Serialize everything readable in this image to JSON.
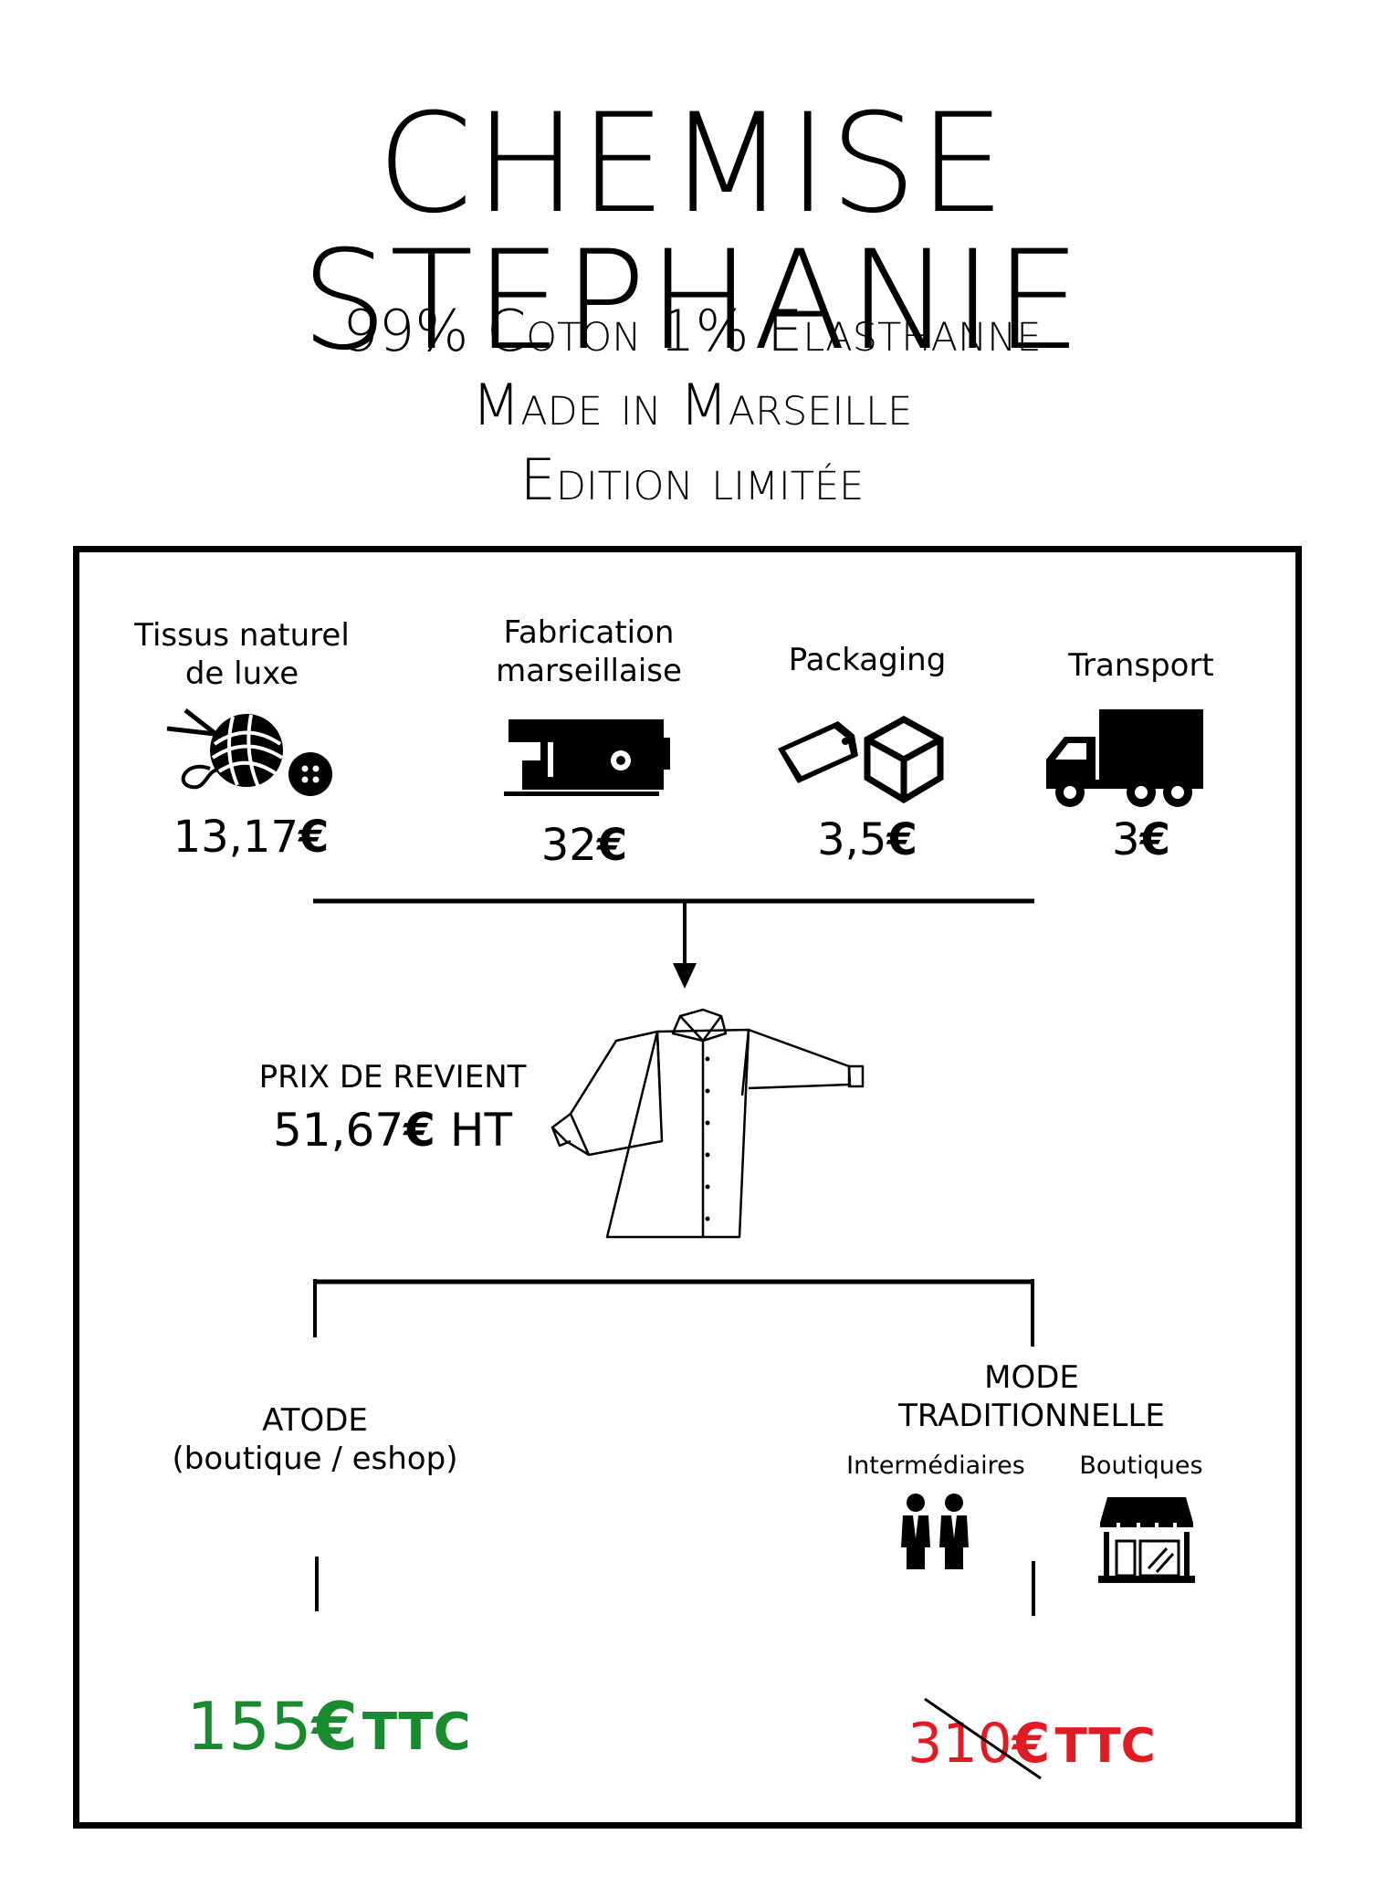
{
  "title": "CHEMISE STEPHANIE",
  "subtitle_lines": [
    "99% Coton 1% Elasthanne",
    "Made in Marseille",
    "Edition limitée"
  ],
  "cost_items": [
    {
      "label": "Tissus naturel de luxe",
      "price": "13,17",
      "icon": "yarn-ball-button-icon"
    },
    {
      "label": "Fabrication marseillaise",
      "price": "32",
      "icon": "sewing-machine-icon"
    },
    {
      "label": "Packaging",
      "price": "3,5",
      "icon": "tag-box-icon"
    },
    {
      "label": "Transport",
      "price": "3",
      "icon": "truck-icon"
    }
  ],
  "euro_symbol": "€",
  "cost_price": {
    "label": "PRIX DE REVIENT",
    "value": "51,67",
    "suffix": "HT",
    "icon": "shirt-icon"
  },
  "atode": {
    "name": "ATODE",
    "detail": "(boutique / eshop)",
    "price": "155",
    "suffix": "TTC",
    "color": "#1a8a2e"
  },
  "traditional": {
    "name_line1": "MODE",
    "name_line2": "TRADITIONNELLE",
    "intermediaries_label": "Intermédiaires",
    "shops_label": "Boutiques",
    "price": "310",
    "suffix": "TTC",
    "color": "#e01b24",
    "intermediaries_icon": "people-icon",
    "shops_icon": "shop-icon"
  }
}
